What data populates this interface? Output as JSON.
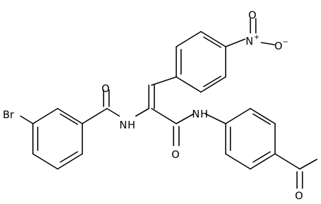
{
  "atom_labels": {
    "br": "Br",
    "n_left": "N",
    "h_left": "H",
    "n_right": "N",
    "h_right": "H",
    "o_amide_left": "O",
    "o_amide_right": "O",
    "n_nitro": "N",
    "plus": "+",
    "o_nitro_top": "O",
    "o_nitro_right": "O",
    "minus": "−",
    "o_acetyl": "O"
  }
}
